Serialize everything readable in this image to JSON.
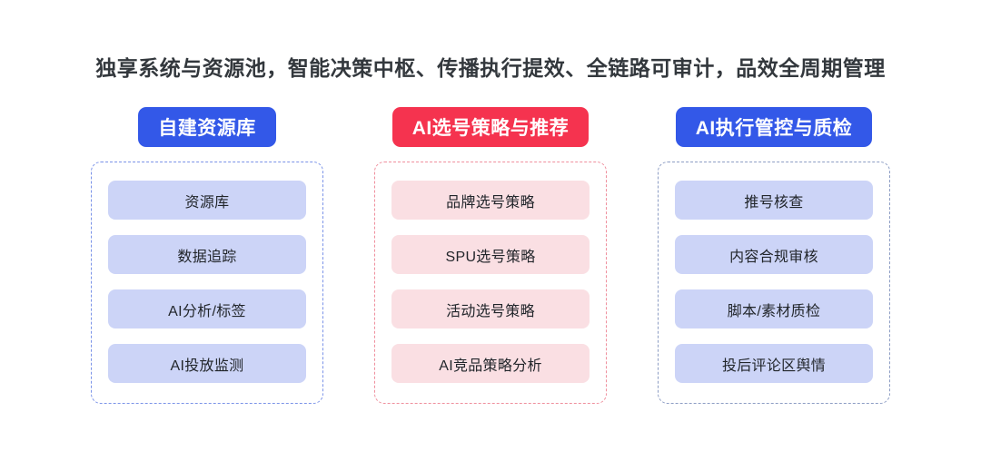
{
  "headline": "独享系统与资源池，智能决策中枢、传播执行提效、全链路可审计，品效全周期管理",
  "colors": {
    "blue_badge": "#3358e8",
    "red_badge": "#f5334f",
    "blue_chip": "#ccd4f7",
    "pink_chip": "#fadfe3",
    "blue_dash": "#7b93e8",
    "red_dash": "#ef8f9d",
    "grayblue_dash": "#8d9dc4",
    "headline_text": "#33383d",
    "background": "#ffffff"
  },
  "columns": [
    {
      "title": "自建资源库",
      "badge_style": "blue",
      "box_style": "blue",
      "chip_style": "blue",
      "items": [
        "资源库",
        "数据追踪",
        "AI分析/标签",
        "AI投放监测"
      ]
    },
    {
      "title": "AI选号策略与推荐",
      "badge_style": "red",
      "box_style": "red",
      "chip_style": "pink",
      "items": [
        "品牌选号策略",
        "SPU选号策略",
        "活动选号策略",
        "AI竞品策略分析"
      ]
    },
    {
      "title": "AI执行管控与质检",
      "badge_style": "blue",
      "box_style": "grayblue",
      "chip_style": "blue",
      "items": [
        "推号核查",
        "内容合规审核",
        "脚本/素材质检",
        "投后评论区舆情"
      ]
    }
  ]
}
